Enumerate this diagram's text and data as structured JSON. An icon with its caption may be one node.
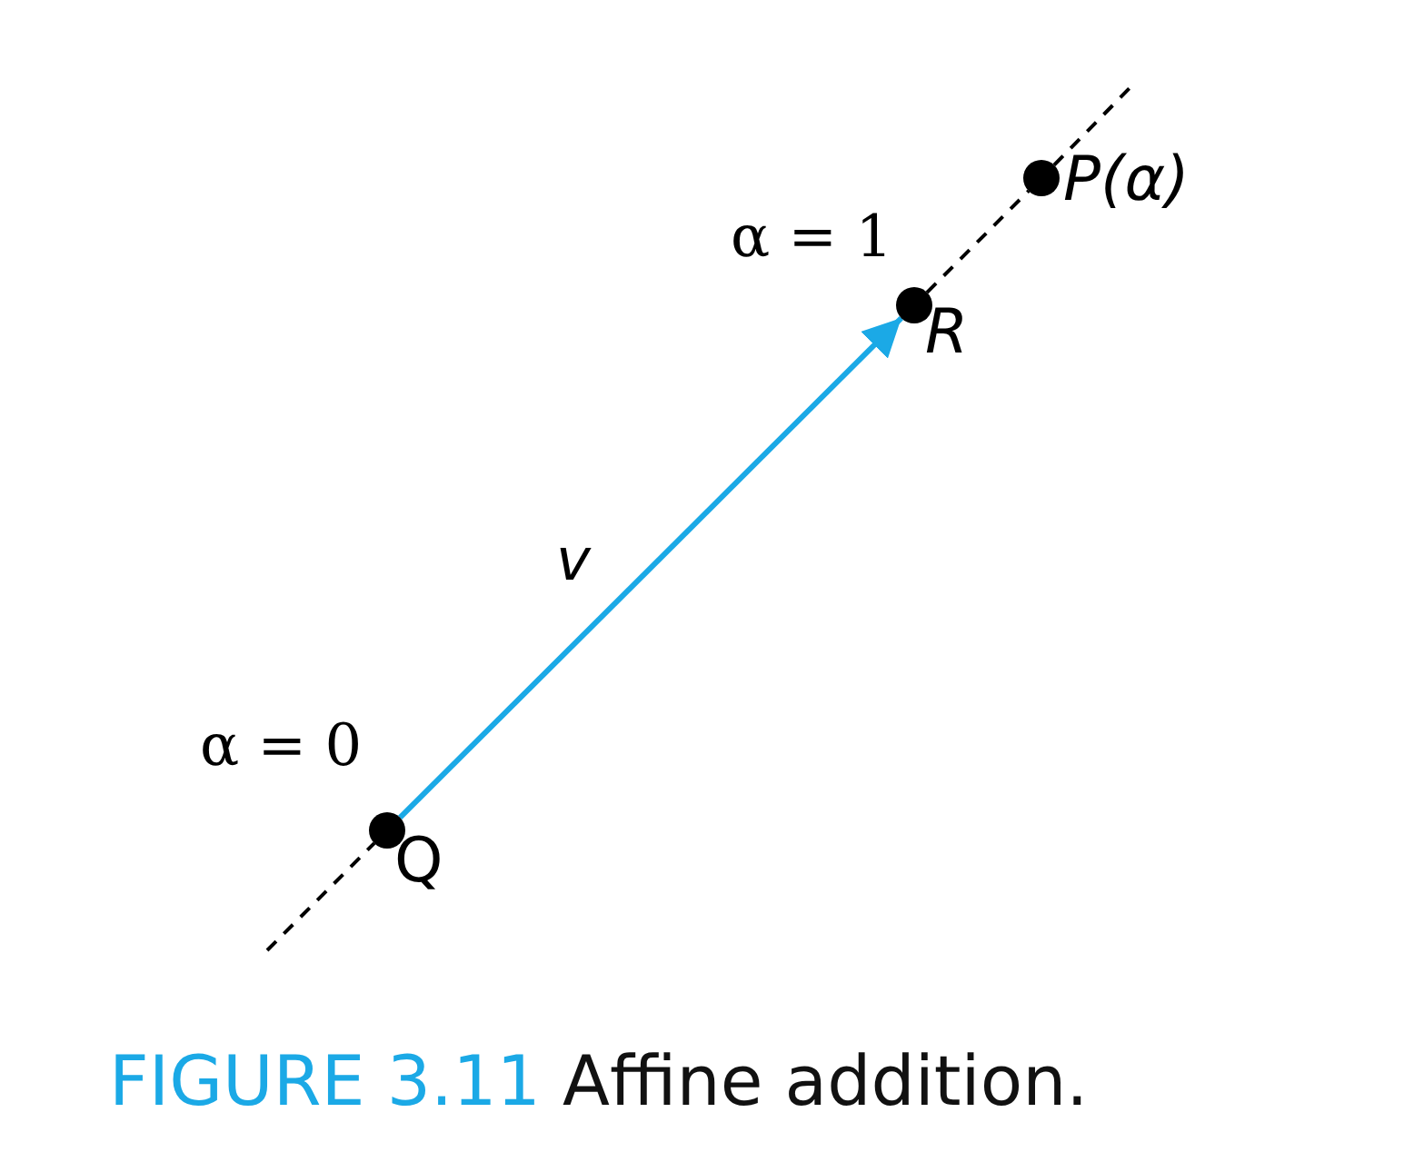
{
  "diagram": {
    "caption": "**FIGURE 3.11** Affine addition.",
    "nodes": [
      {
        "text": [
          "Q"
        ],
        "beside": [
          "α = 0"
        ]
      },
      {
        "text": [
          "R"
        ],
        "beside": [
          "α = 1"
        ]
      },
      {
        "text": [
          "P(α)"
        ]
      }
    ],
    "edges": [
      {
        "from": 0,
        "to": 1,
        "arrow": "to",
        "label": "v",
        "color": "#1ba9e6"
      },
      {
        "from": null,
        "to": 0,
        "arrow": "none",
        "style": "dashed"
      },
      {
        "from": 1,
        "to": 2,
        "arrow": "none",
        "style": "dashed"
      },
      {
        "from": 2,
        "to": null,
        "arrow": "none",
        "style": "dashed"
      }
    ]
  }
}
